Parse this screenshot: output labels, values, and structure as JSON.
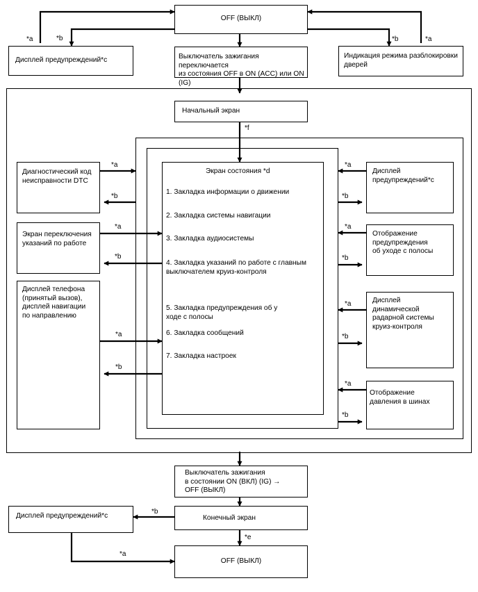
{
  "boxes": {
    "off_top": "OFF (ВЫКЛ)",
    "warn_left_top": "Дисплей предупреждений*c",
    "ignition_on": "Выключатель зажигания переключается\nиз состояния OFF в ON (ACC) или ON (IG)",
    "unlock_mode": "Индикация режима разблокировки\nдверей",
    "initial_screen": "Начальный экран",
    "dtc": "Диагностический код\nнеисправности DTC",
    "work_guide": "Экран переключения\nуказаний по работе",
    "phone_nav": "Дисплей телефона\n(принятый вызов),\nдисплей навигации\nпо направлению",
    "status_title": "Экран состояния *d",
    "warn_right": "Дисплей\nпредупреждений*c",
    "lane_warn": "Отображение\nпредупреждения\nоб уходе с полосы",
    "radar": "Дисплей\nдинамической\nрадарной системы\nкруиз-контроля",
    "tire": "Отображение\nдавления в шинах",
    "ignition_off": "Выключатель зажигания\nв состоянии ON (ВКЛ) (IG) →\nOFF (ВЫКЛ)",
    "warn_left_bottom": "Дисплей предупреждений*c",
    "final_screen": "Конечный экран",
    "off_bottom": "OFF (ВЫКЛ)"
  },
  "tabs": [
    "1. Закладка информации о движении",
    "2. Закладка системы навигации",
    "3. Закладка аудиосистемы",
    "4. Закладка указаний по работе с главным\nвыключателем круиз-контроля",
    "5. Закладка предупреждения об у\nходе с полосы",
    "6. Закладка сообщений",
    "7. Закладка настроек"
  ],
  "labels": {
    "a": "*a",
    "b": "*b",
    "e": "*e",
    "f": "*f"
  }
}
